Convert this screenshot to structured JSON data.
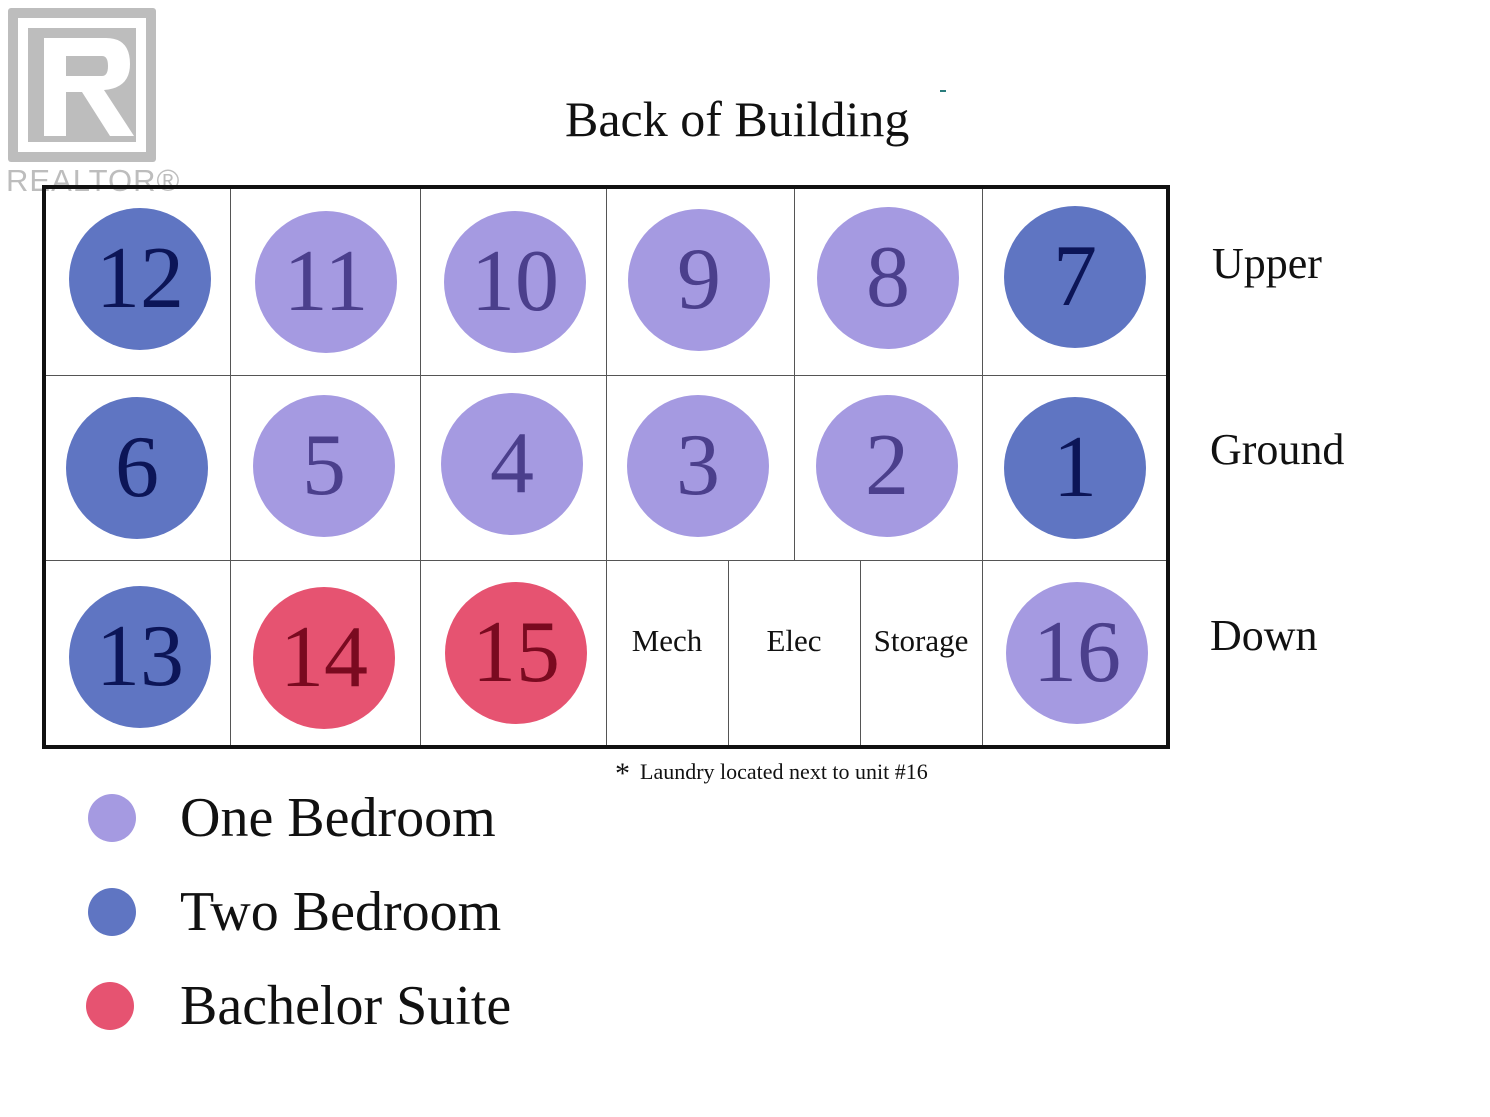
{
  "watermark": {
    "text": "REALTOR®"
  },
  "title": "Back of Building",
  "colors": {
    "one_bedroom": "#a59ae1",
    "two_bedroom": "#5f75c2",
    "bachelor_suite": "#e65371"
  },
  "floors": {
    "upper": "Upper",
    "ground": "Ground",
    "down": "Down"
  },
  "units": {
    "u12": "12",
    "u11": "11",
    "u10": "10",
    "u9": "9",
    "u8": "8",
    "u7": "7",
    "u6": "6",
    "u5": "5",
    "u4": "4",
    "u3": "3",
    "u2": "2",
    "u1": "1",
    "u13": "13",
    "u14": "14",
    "u15": "15",
    "u16": "16"
  },
  "rooms": {
    "mech": "Mech",
    "elec": "Elec",
    "storage": "Storage"
  },
  "note": {
    "symbol": "*",
    "text": "Laundry located next to unit #16"
  },
  "legend": {
    "one_bedroom": "One Bedroom",
    "two_bedroom": "Two Bedroom",
    "bachelor_suite": "Bachelor Suite"
  }
}
